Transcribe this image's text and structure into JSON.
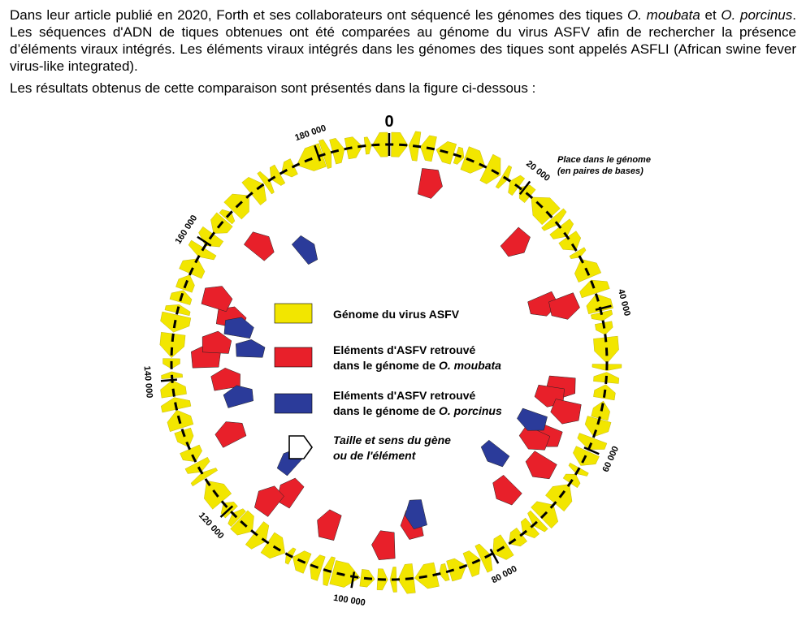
{
  "intro": {
    "p1_a": "Dans leur article publié en 2020, Forth et ses collaborateurs ont séquencé les génomes des tiques ",
    "p1_species1": "O. moubata",
    "p1_b": " et ",
    "p1_species2": "O. porcinus",
    "p1_c": ". Les séquences d'ADN de tiques obtenues ont été comparées au génome du virus ASFV afin de rechercher la présence d’éléments viraux intégrés. Les éléments viraux intégrés dans les génomes des tiques sont appelés ASFLI (African swine fever virus-like integrated).",
    "p2": "Les résultats obtenus de cette comparaison sont présentés dans la figure ci-dessous :"
  },
  "figure": {
    "zero_label": "0",
    "position_note_line1": "Place dans le génome",
    "position_note_line2": "(en paires de bases)",
    "genome_length_bp": 190000,
    "ticks": [
      {
        "value": 20000,
        "label": "20 000"
      },
      {
        "value": 40000,
        "label": "40 000"
      },
      {
        "value": 60000,
        "label": "60 000"
      },
      {
        "value": 80000,
        "label": "80 000"
      },
      {
        "value": 100000,
        "label": "100 000"
      },
      {
        "value": 120000,
        "label": "120 000"
      },
      {
        "value": 140000,
        "label": "140 000"
      },
      {
        "value": 160000,
        "label": "160 000"
      },
      {
        "value": 180000,
        "label": "180 000"
      }
    ],
    "legend": {
      "asfv_genome": "Génome du virus ASFV",
      "moubata_line1": "Eléments d'ASFV retrouvé",
      "moubata_line2_prefix": "dans le génome de ",
      "moubata_species": "O. moubata",
      "porcinus_line1": "Eléments d'ASFV retrouvé",
      "porcinus_line2_prefix": "dans le génome de ",
      "porcinus_species": "O. porcinus",
      "gene_size_line1": "Taille et sens du gène",
      "gene_size_line2": "ou de l'élément"
    },
    "colors": {
      "asfv_genome": "#f2e600",
      "moubata": "#e8202a",
      "porcinus": "#2b3b9a",
      "ring": "#000000"
    },
    "moubata_elements_bp": [
      7000,
      25000,
      37000,
      38500,
      52000,
      54000,
      56000,
      61000,
      62500,
      66000,
      73000,
      91000,
      96000,
      106000,
      115000,
      117000,
      130000,
      139500,
      143500,
      146000,
      151000,
      153500,
      165000
    ],
    "porcinus_elements_bp": [
      59500,
      69500,
      90000,
      119000,
      136000,
      145500,
      149500,
      171000
    ]
  }
}
